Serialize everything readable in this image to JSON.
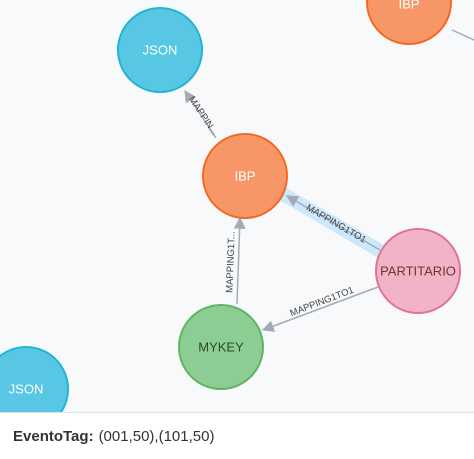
{
  "graph": {
    "nodes": [
      {
        "id": "json-top",
        "label": "JSON",
        "fill": "#57c7e3",
        "stroke": "#23b3d7",
        "text_color": "#ffffff"
      },
      {
        "id": "ibp-top",
        "label": "IBP",
        "fill": "#f79767",
        "stroke": "#f36924",
        "text_color": "#ffffff"
      },
      {
        "id": "ibp-center",
        "label": "IBP",
        "fill": "#f79767",
        "stroke": "#f36924",
        "text_color": "#ffffff"
      },
      {
        "id": "partitario",
        "label": "PARTITARIO",
        "fill": "#f0b3c8",
        "stroke": "#e27396",
        "text_color": "#6b3a1f"
      },
      {
        "id": "mykey",
        "label": "MYKEY",
        "fill": "#8dcc93",
        "stroke": "#5db665",
        "text_color": "#2a4a2d"
      },
      {
        "id": "json-bottom",
        "label": "JSON",
        "fill": "#57c7e3",
        "stroke": "#23b3d7",
        "text_color": "#ffffff"
      }
    ],
    "relationships": [
      {
        "id": "rel-ibp-json",
        "label": "MAPPIN...",
        "highlighted": false
      },
      {
        "id": "rel-partitario-ibp",
        "label": "MAPPING1TO1",
        "highlighted": true
      },
      {
        "id": "rel-mykey-ibp",
        "label": "MAPPING1T...",
        "highlighted": false
      },
      {
        "id": "rel-partitario-mykey",
        "label": "MAPPING1TO1",
        "highlighted": false
      }
    ],
    "colors": {
      "edge": "#a5abb6",
      "highlight": "#cde7fb",
      "canvas_background": "#f8f9fb"
    }
  },
  "footer": {
    "key": "EventoTag:",
    "value": "(001,50),(101,50)"
  }
}
